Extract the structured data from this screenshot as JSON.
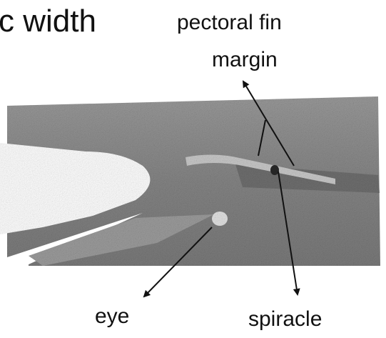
{
  "heading": "c width",
  "labels": {
    "pectoral_fin_line1": "pectoral fin",
    "pectoral_fin_line2": "margin",
    "eye": "eye",
    "spiracle": "spiracle"
  },
  "colors": {
    "photo_gray": "#8a8a8a",
    "arrow": "#111111"
  }
}
